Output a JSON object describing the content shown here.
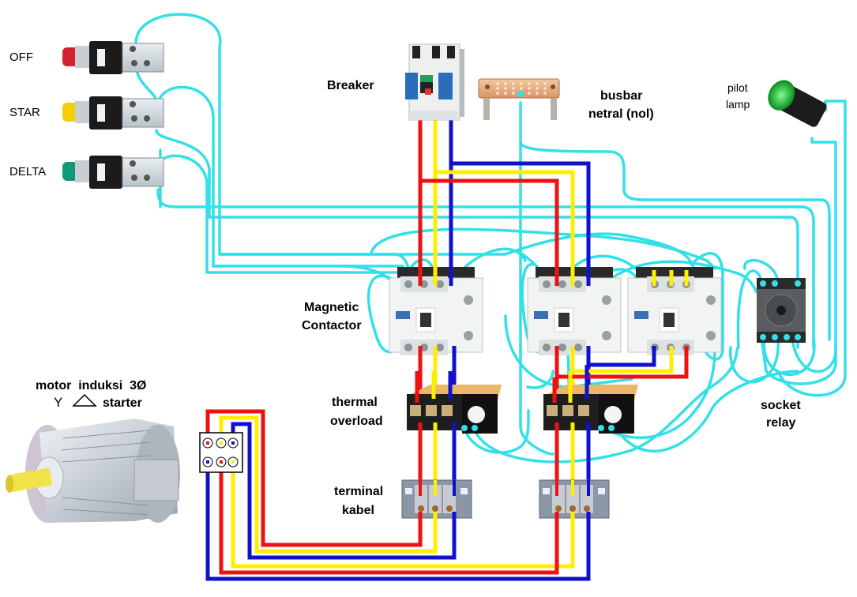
{
  "title": "Wiring diagram: star-delta (Y-Δ) starter for 3-phase induction motor",
  "colors": {
    "phase_r": "#ee1111",
    "phase_s": "#ffee00",
    "phase_t": "#1111cc",
    "control": "#33e0e8",
    "background": "#ffffff"
  },
  "push_buttons": [
    {
      "label": "OFF",
      "cap_color": "#d42030"
    },
    {
      "label": "STAR",
      "cap_color": "#f2d000"
    },
    {
      "label": "DELTA",
      "cap_color": "#0e9a78"
    }
  ],
  "labels": {
    "breaker": "Breaker",
    "busbar_line1": "busbar",
    "busbar_line2": "netral (nol)",
    "pilot_line1": "pilot",
    "pilot_line2": "lamp",
    "contactor_line1": "Magnetic",
    "contactor_line2": "Contactor",
    "thermal_line1": "thermal",
    "thermal_line2": "overload",
    "terminal_line1": "terminal",
    "terminal_line2": "kabel",
    "socket_line1": "socket",
    "socket_line2": "relay",
    "motor_line1": "motor  induksi  3Ø",
    "motor_line2_y": "Y",
    "motor_line2_rest": "starter"
  },
  "motor_terminal_box": {
    "top_row": [
      "R",
      "S",
      "T"
    ],
    "bottom_row": [
      "T",
      "R",
      "S"
    ]
  },
  "pilot_lamp_color": "#1fb83a"
}
